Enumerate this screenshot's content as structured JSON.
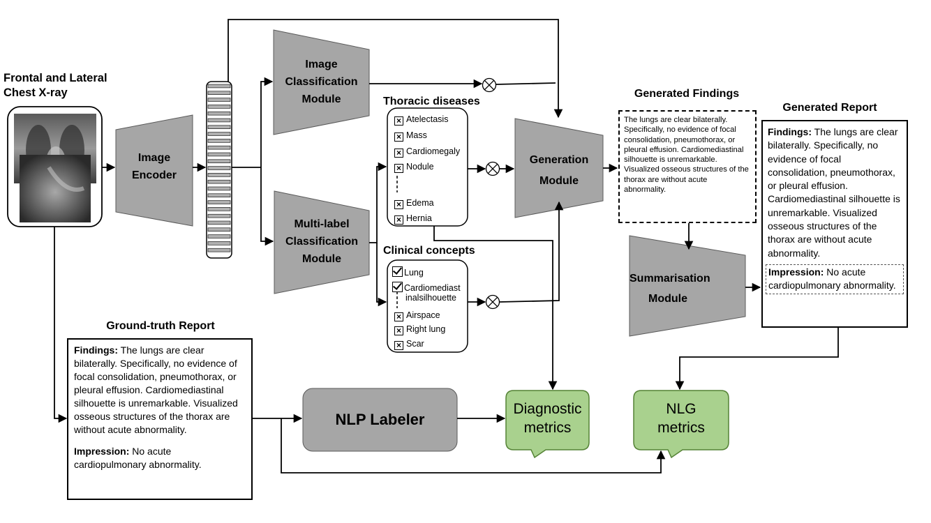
{
  "input": {
    "title_line1": "Frontal and Lateral",
    "title_line2": "Chest X-ray"
  },
  "modules": {
    "image_encoder": [
      "Image",
      "Encoder"
    ],
    "image_classification": [
      "Image",
      "Classification",
      "Module"
    ],
    "multilabel_classification": [
      "Multi-label",
      "Classification",
      "Module"
    ],
    "generation": [
      "Generation",
      "Module"
    ],
    "summarisation": [
      "Summarisation",
      "Module"
    ],
    "nlp_labeler": "NLP Labeler"
  },
  "thoracic": {
    "title": "Thoracic diseases",
    "items": [
      "Atelectasis",
      "Mass",
      "Cardiomegaly",
      "Nodule",
      "Edema",
      "Hernia"
    ]
  },
  "clinical": {
    "title": "Clinical concepts",
    "items": [
      "Lung",
      "Cardiomediast",
      "inalsilhouette",
      "Airspace",
      "Right lung",
      "Scar"
    ]
  },
  "generated_findings": {
    "title": "Generated Findings",
    "text": "The lungs are clear bilaterally. Specifically, no evidence of focal consolidation, pneumothorax, or pleural effusion. Cardiomediastinal silhouette is unremarkable. Visualized osseous structures of the thorax are without acute abnormality."
  },
  "generated_report": {
    "title": "Generated Report",
    "findings_label": "Findings:",
    "findings_text": " The lungs are clear bilaterally. Specifically, no evidence of focal consolidation, pneumothorax, or pleural effusion. Cardiomediastinal silhouette is unremarkable. Visualized osseous structures of the thorax are without acute abnormality.",
    "impression_label": "Impression:",
    "impression_text": " No acute cardiopulmonary abnormality."
  },
  "ground_truth": {
    "title": "Ground-truth Report",
    "findings_label": "Findings:",
    "findings_text": " The lungs are clear bilaterally. Specifically, no evidence of focal consolidation, pneumothorax, or pleural effusion. Cardiomediastinal silhouette is unremarkable. Visualized osseous structures of the thorax are without acute abnormality.",
    "impression_label": "Impression:",
    "impression_text": " No acute cardiopulmonary abnormality."
  },
  "metrics": {
    "diagnostic": [
      "Diagnostic",
      "metrics"
    ],
    "nlg": [
      "NLG",
      "metrics"
    ]
  },
  "colors": {
    "module_fill": "#a6a6a6",
    "metric_fill": "#a9d18e",
    "metric_stroke": "#548235",
    "line": "#000000"
  }
}
